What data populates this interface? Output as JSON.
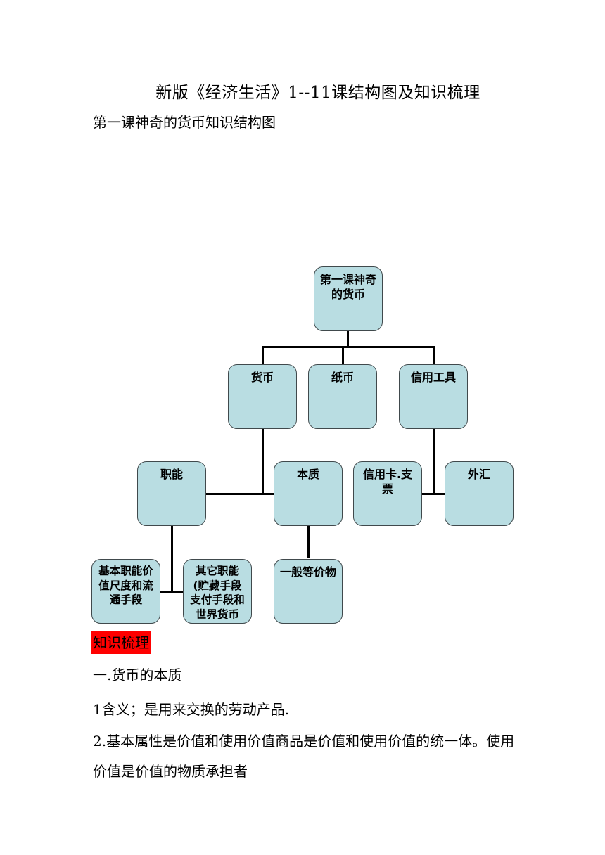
{
  "document": {
    "title": "新版《经济生活》1--11课结构图及知识梳理",
    "lesson_heading": "第一课神奇的货币知识结构图"
  },
  "diagram": {
    "root": "第一课神奇的货币",
    "level1": {
      "currency": "货币",
      "paper_money": "纸币",
      "credit_instruments": "信用工具"
    },
    "level2": {
      "functions": "职能",
      "essence": "本质",
      "credit_card_check": "信用卡.支票",
      "foreign_exchange": "外汇"
    },
    "level3": {
      "basic_functions": "基本职能价值尺度和流通手段",
      "other_functions": "其它职能(贮藏手段支付手段和世界货币",
      "general_equivalent": "一般等价物"
    }
  },
  "knowledge": {
    "highlight_label": "知识梳理",
    "section_heading": "一.货币的本质",
    "item1": "1含义；是用来交换的劳动产品.",
    "item2_line1": "2.基本属性是价值和使用价值商品是价值和使用价值的统一体。使用",
    "item2_line2": "价值是价值的物质承担者"
  },
  "colors": {
    "node_fill": "#b9dde2",
    "node_border": "#40494c",
    "highlight": "#ff0000"
  }
}
